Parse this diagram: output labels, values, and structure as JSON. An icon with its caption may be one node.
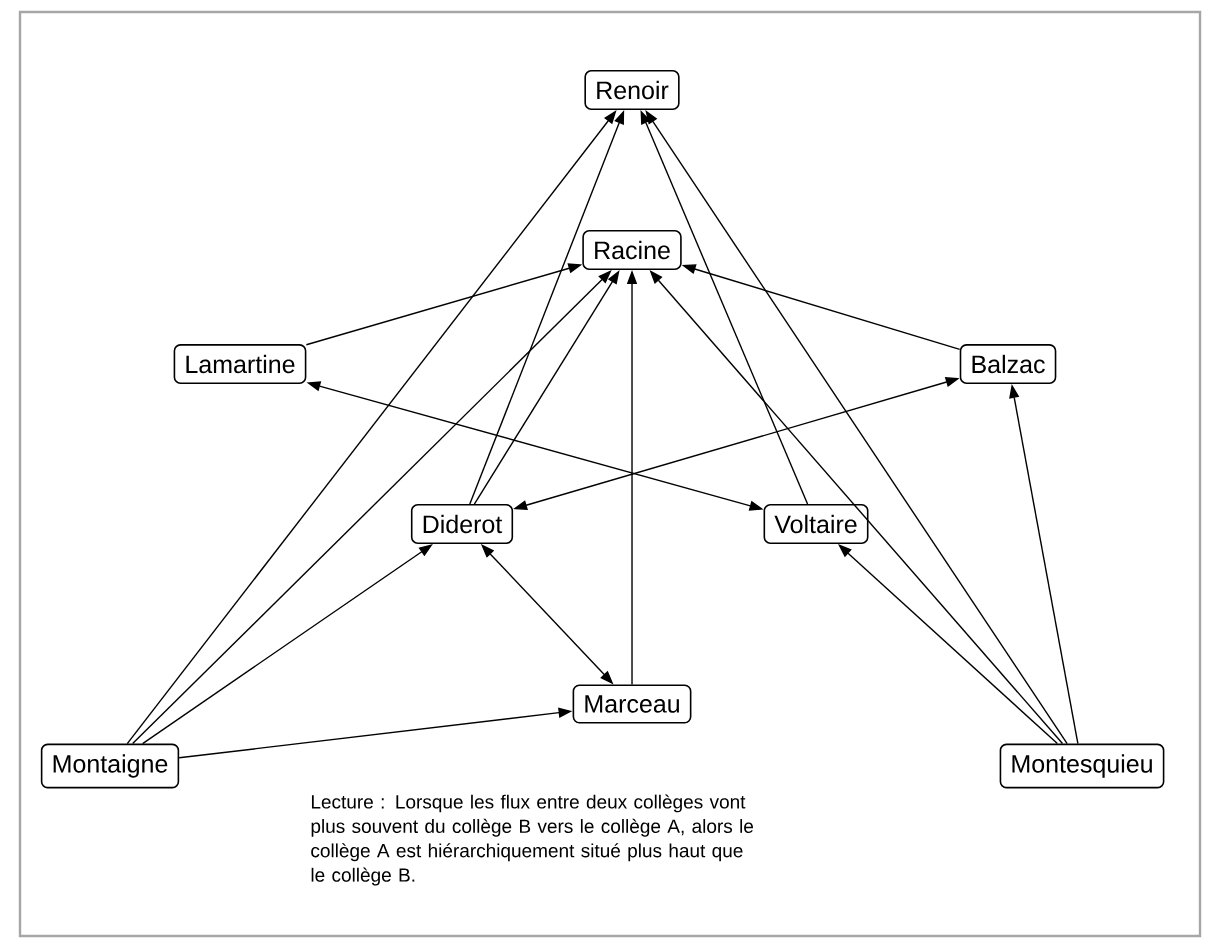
{
  "diagram": {
    "nodes": [
      {
        "text": [
          "Renoir"
        ]
      },
      {
        "text": [
          "Racine"
        ]
      },
      {
        "text": [
          "Lamartine"
        ]
      },
      {
        "text": [
          "Balzac"
        ]
      },
      {
        "text": [
          "Diderot"
        ]
      },
      {
        "text": [
          "Voltaire"
        ]
      },
      {
        "text": [
          "Marceau"
        ]
      },
      {
        "text": [
          "Montaigne"
        ]
      },
      {
        "text": [
          "Montesquieu"
        ]
      }
    ],
    "edges": [
      {
        "from": 7,
        "to": 0,
        "arrow": "to"
      },
      {
        "from": 7,
        "to": 1,
        "arrow": "to"
      },
      {
        "from": 7,
        "to": 4,
        "arrow": "to"
      },
      {
        "from": 7,
        "to": 6,
        "arrow": "to"
      },
      {
        "from": 4,
        "to": 0,
        "arrow": "to"
      },
      {
        "from": 4,
        "to": 1,
        "arrow": "to"
      },
      {
        "from": 2,
        "to": 1,
        "arrow": "to"
      },
      {
        "from": 2,
        "to": 5,
        "arrow": "both"
      },
      {
        "from": 3,
        "to": 1,
        "arrow": "to"
      },
      {
        "from": 6,
        "to": 1,
        "arrow": "to"
      },
      {
        "from": 4,
        "to": 6,
        "arrow": "both"
      },
      {
        "from": 4,
        "to": 3,
        "arrow": "both"
      },
      {
        "from": 5,
        "to": 0,
        "arrow": "to"
      },
      {
        "from": 8,
        "to": 0,
        "arrow": "to"
      },
      {
        "from": 8,
        "to": 1,
        "arrow": "to"
      },
      {
        "from": 8,
        "to": 3,
        "arrow": "to"
      },
      {
        "from": 8,
        "to": 5,
        "arrow": "to"
      }
    ],
    "labels": [
      "Lecture : Lorsque les flux entre deux collèges vont plus souvent du collège B vers le collège A, alors le collège A est hiérarchiquement situé plus haut que le collège B."
    ]
  }
}
